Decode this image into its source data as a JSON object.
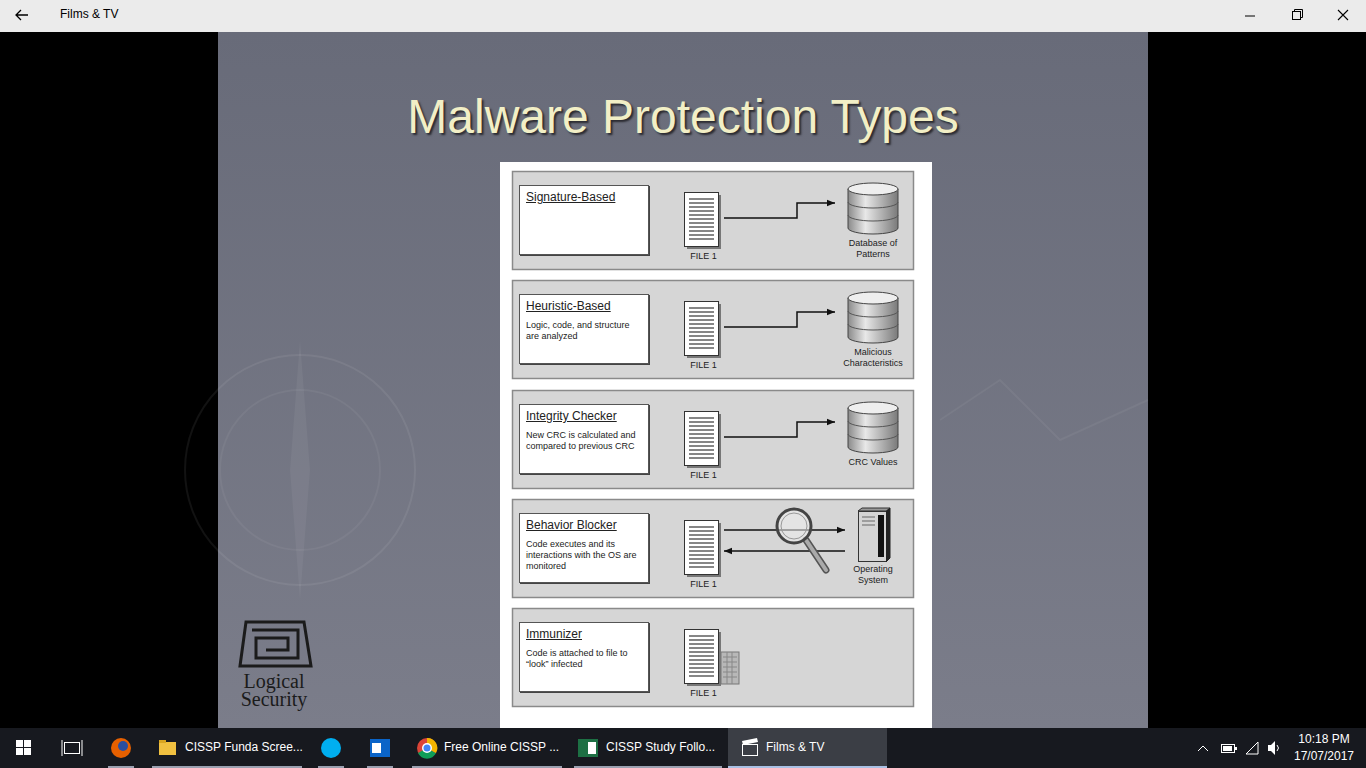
{
  "diagram": {
    "title": "Malware Protection Types",
    "nodes": [
      {
        "text": [
          "Signature-Based"
        ]
      },
      {
        "text": [
          "FILE 1"
        ]
      },
      {
        "text": [
          "Database of Patterns"
        ]
      },
      {
        "text": [
          "Heuristic-Based",
          "Logic, code, and structure are analyzed"
        ]
      },
      {
        "text": [
          "FILE 1"
        ]
      },
      {
        "text": [
          "Malicious Characteristics"
        ]
      },
      {
        "text": [
          "Integrity Checker",
          "New CRC is calculated and compared to previous CRC"
        ]
      },
      {
        "text": [
          "FILE 1"
        ]
      },
      {
        "text": [
          "CRC Values"
        ]
      },
      {
        "text": [
          "Behavior Blocker",
          "Code executes and its interactions with the OS are monitored"
        ]
      },
      {
        "text": [
          "FILE 1"
        ]
      },
      {
        "text": [
          "Operating System"
        ]
      },
      {
        "text": [
          "Immunizer",
          "Code is attached to file to “look” infected"
        ]
      },
      {
        "text": [
          "FILE 1"
        ]
      }
    ],
    "edges": [
      {
        "from": 1,
        "to": 2,
        "arrow": "to"
      },
      {
        "from": 4,
        "to": 5,
        "arrow": "to"
      },
      {
        "from": 7,
        "to": 8,
        "arrow": "to"
      },
      {
        "from": 10,
        "to": 11,
        "arrow": "to"
      },
      {
        "from": 11,
        "to": 10,
        "arrow": "to"
      }
    ],
    "labels": [
      "Films & TV",
      "Logical Security",
      "CISSP Funda Scree...",
      "Free Online CISSP ...",
      "CISSP Study Follo...",
      "Films & TV",
      "10:18 PM",
      "17/07/2017"
    ]
  }
}
